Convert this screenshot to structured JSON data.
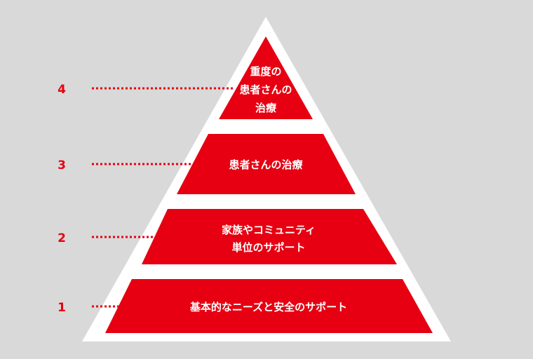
{
  "colors": {
    "background": "#d9d9d9",
    "outline": "#ffffff",
    "tier_fill": "#e60012",
    "accent": "#e60012",
    "label_text": "#ffffff"
  },
  "pyramid": {
    "tiers": [
      {
        "level": "4",
        "lines": [
          "重度の",
          "患者さんの",
          "治療"
        ]
      },
      {
        "level": "3",
        "lines": [
          "患者さんの治療"
        ]
      },
      {
        "level": "2",
        "lines": [
          "家族やコミュニティ",
          "単位のサポート"
        ]
      },
      {
        "level": "1",
        "lines": [
          "基本的なニーズと安全のサポート"
        ]
      }
    ]
  }
}
